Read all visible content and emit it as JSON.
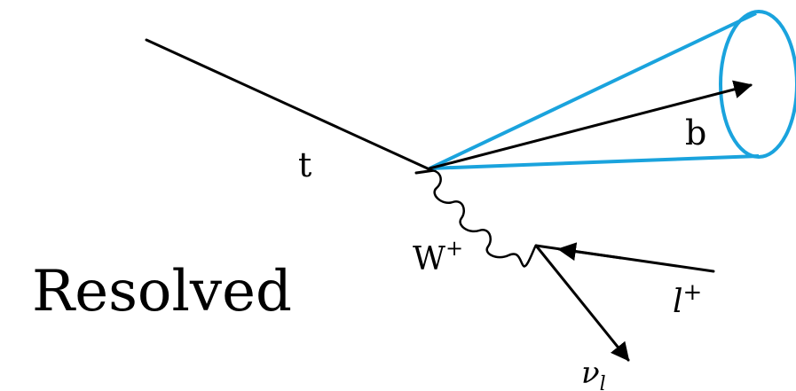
{
  "diagram": {
    "style_label": "Resolved",
    "particles": {
      "top": "t",
      "bottom": "b",
      "w_boson": "W",
      "w_charge": "+",
      "lepton": "l",
      "lepton_charge": "+",
      "neutrino": "ν",
      "neutrino_sub": "l"
    },
    "colors": {
      "jet_cone": "#1aa3dd",
      "lines": "#000000"
    }
  }
}
